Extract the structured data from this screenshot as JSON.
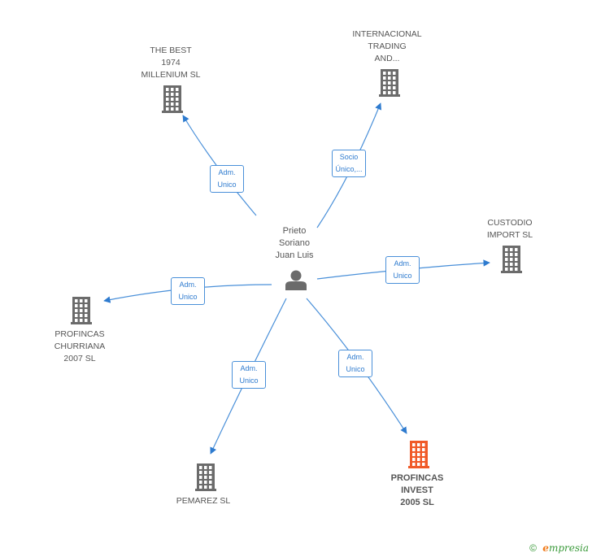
{
  "center": {
    "label": "Prieto\nSoriano\nJuan Luis"
  },
  "companies": [
    {
      "id": "the-best",
      "label": "THE BEST\n1974\nMILLENIUM  SL"
    },
    {
      "id": "internacional",
      "label": "INTERNACIONAL\nTRADING\nAND..."
    },
    {
      "id": "custodio",
      "label": "CUSTODIO\nIMPORT SL"
    },
    {
      "id": "churriana",
      "label": "PROFINCAS\nCHURRIANA\n2007 SL"
    },
    {
      "id": "pemarez",
      "label": "PEMAREZ SL"
    },
    {
      "id": "invest",
      "label": "PROFINCAS\nINVEST\n2005 SL",
      "focus": true
    }
  ],
  "edges": [
    {
      "target": "the-best",
      "label": "Adm.\nUnico"
    },
    {
      "target": "internacional",
      "label": "Socio\nÚnico,..."
    },
    {
      "target": "custodio",
      "label": "Adm.\nUnico"
    },
    {
      "target": "churriana",
      "label": "Adm.\nUnico"
    },
    {
      "target": "pemarez",
      "label": "Adm.\nUnico"
    },
    {
      "target": "invest",
      "label": "Adm.\nUnico"
    }
  ],
  "colors": {
    "edge": "#4a90d9",
    "building": "#6b6b6b",
    "focus_building": "#f05a28",
    "person": "#6b6b6b"
  },
  "footer": {
    "copyright": "©",
    "brand_initial": "e",
    "brand_rest": "mpresia"
  }
}
